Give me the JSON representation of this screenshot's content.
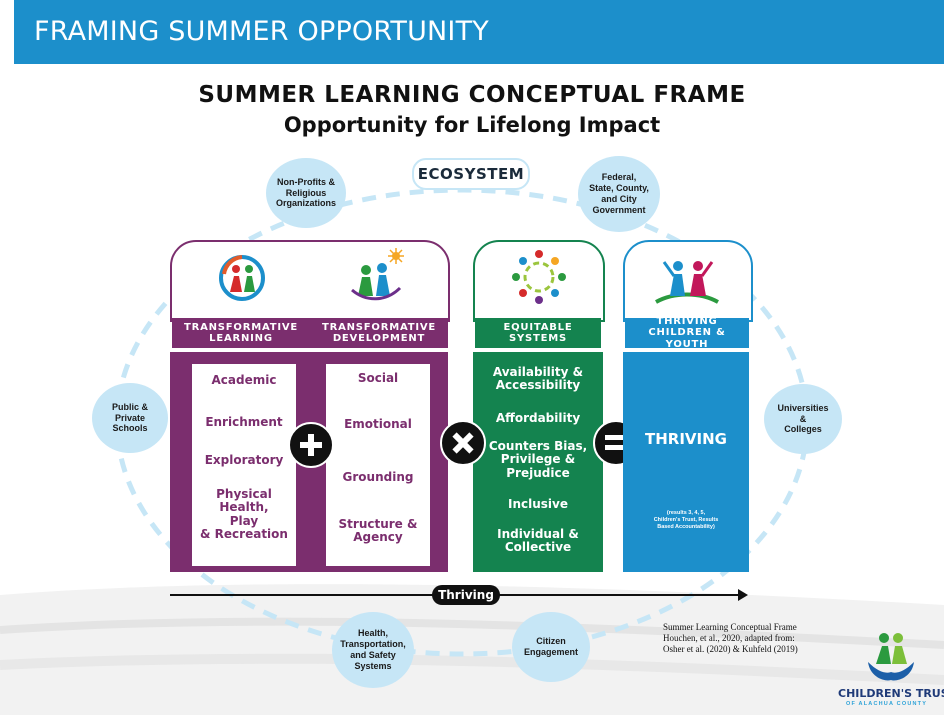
{
  "header": {
    "title": "FRAMING SUMMER OPPORTUNITY"
  },
  "diagram": {
    "title": "SUMMER LEARNING CONCEPTUAL FRAME",
    "subtitle": "Opportunity for Lifelong Impact",
    "ecosystem_label": "ECOSYSTEM",
    "bubbles": {
      "nonprofits": "Non-Profits &\nReligious\nOrganizations",
      "federal": "Federal,\nState, County,\nand City\nGovernment",
      "schools": "Public &\nPrivate\nSchools",
      "universities": "Universities\n&\nColleges",
      "health": "Health,\nTransportation,\nand Safety\nSystems",
      "citizen": "Citizen\nEngagement"
    },
    "learning": {
      "heading": "TRANSFORMATIVE\nLEARNING",
      "items": [
        "Academic",
        "Enrichment",
        "Exploratory",
        "Physical\nHealth,\nPlay\n& Recreation"
      ]
    },
    "development": {
      "heading": "TRANSFORMATIVE\nDEVELOPMENT",
      "items": [
        "Social",
        "Emotional",
        "Grounding",
        "Structure &\nAgency"
      ]
    },
    "equitable": {
      "heading": "EQUITABLE\nSYSTEMS",
      "items": [
        "Availability &\nAccessibility",
        "Affordability",
        "Counters Bias,\nPrivilege &\nPrejudice",
        "Inclusive",
        "Individual &\nCollective"
      ]
    },
    "thriving": {
      "heading": "THRIVING\nCHILDREN & YOUTH",
      "big": "THRIVING",
      "note": "(results 3, 4, 5,\nChildren's Trust, Results\nBased Accountability)"
    },
    "arrow_label": "Thriving",
    "colors": {
      "purple": "#7b2e6e",
      "green": "#14834f",
      "blue": "#1c8fcb",
      "light_blue": "#c6e6f6"
    }
  },
  "citation": "Summer Learning Conceptual Frame\nHouchen, et al., 2020, adapted from:\nOsher et al. (2020) & Kuhfeld (2019)",
  "logo": {
    "name": "CHILDREN'S TRUST",
    "sub": "OF ALACHUA COUNTY"
  }
}
